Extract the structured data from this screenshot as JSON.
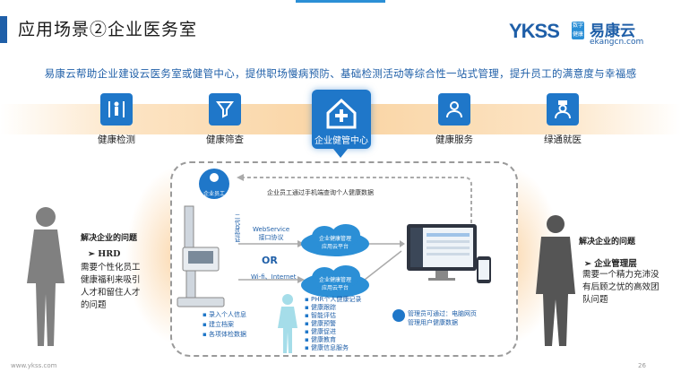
{
  "header": {
    "title": "应用场景②企业医务室",
    "logo": {
      "brand": "YKSS",
      "mini": "数字健康",
      "name": "易康云",
      "url": "ekangcn.com"
    }
  },
  "subtitle": "易康云帮助企业建设云医务室或健管中心，提供职场慢病预防、基础检测活动等综合性一站式管理，提升员工的满意度与幸福感",
  "functions": [
    {
      "label": "健康检测",
      "icon": "person-measure-icon"
    },
    {
      "label": "健康筛查",
      "icon": "filter-icon"
    },
    {
      "label": "企业健管中心",
      "icon": "house-plus-icon"
    },
    {
      "label": "健康服务",
      "icon": "doctor-icon"
    },
    {
      "label": "绿通就医",
      "icon": "nurse-icon"
    }
  ],
  "diagram": {
    "employee_label": "企业员工",
    "kiosk_label": "二代身份证",
    "top_caption": "企业员工通过手机端查询个人健康数据",
    "webservice": {
      "line1": "WebService",
      "line2": "接口协议"
    },
    "or": "OR",
    "wifi": "Wi-fi、Internet",
    "cloud1": {
      "line1": "企业健康管理",
      "line2": "应用云平台"
    },
    "cloud2": {
      "line1": "企业健康管理",
      "line2": "应用云平台"
    },
    "kiosk_items": [
      "录入个人信息",
      "建立档案",
      "各项体检数据"
    ],
    "phr_items": [
      "PHR个人健康记录",
      "健康跟踪",
      "智能评估",
      "健康预警",
      "健康促进",
      "健康教育",
      "健康信息服务"
    ],
    "admin": {
      "line1": "管理员可通过：电脑网页",
      "line2": "管理用户健康数据"
    }
  },
  "left_side": {
    "heading": "解决企业的问题",
    "bullet": "HRD",
    "body": "需要个性化员工健康福利来吸引人才和留住人才的问题"
  },
  "right_side": {
    "heading": "解决企业的问题",
    "bullet": "企业管理层",
    "body": "需要一个精力充沛没有后顾之忧的高效团队问题"
  },
  "footer": {
    "url": "www.ykss.com",
    "page": "26"
  },
  "colors": {
    "brand": "#1f5fa8",
    "tile": "#1f77c9",
    "ribbon": "#f9d4a3",
    "cloud": "#2b8fd6"
  }
}
